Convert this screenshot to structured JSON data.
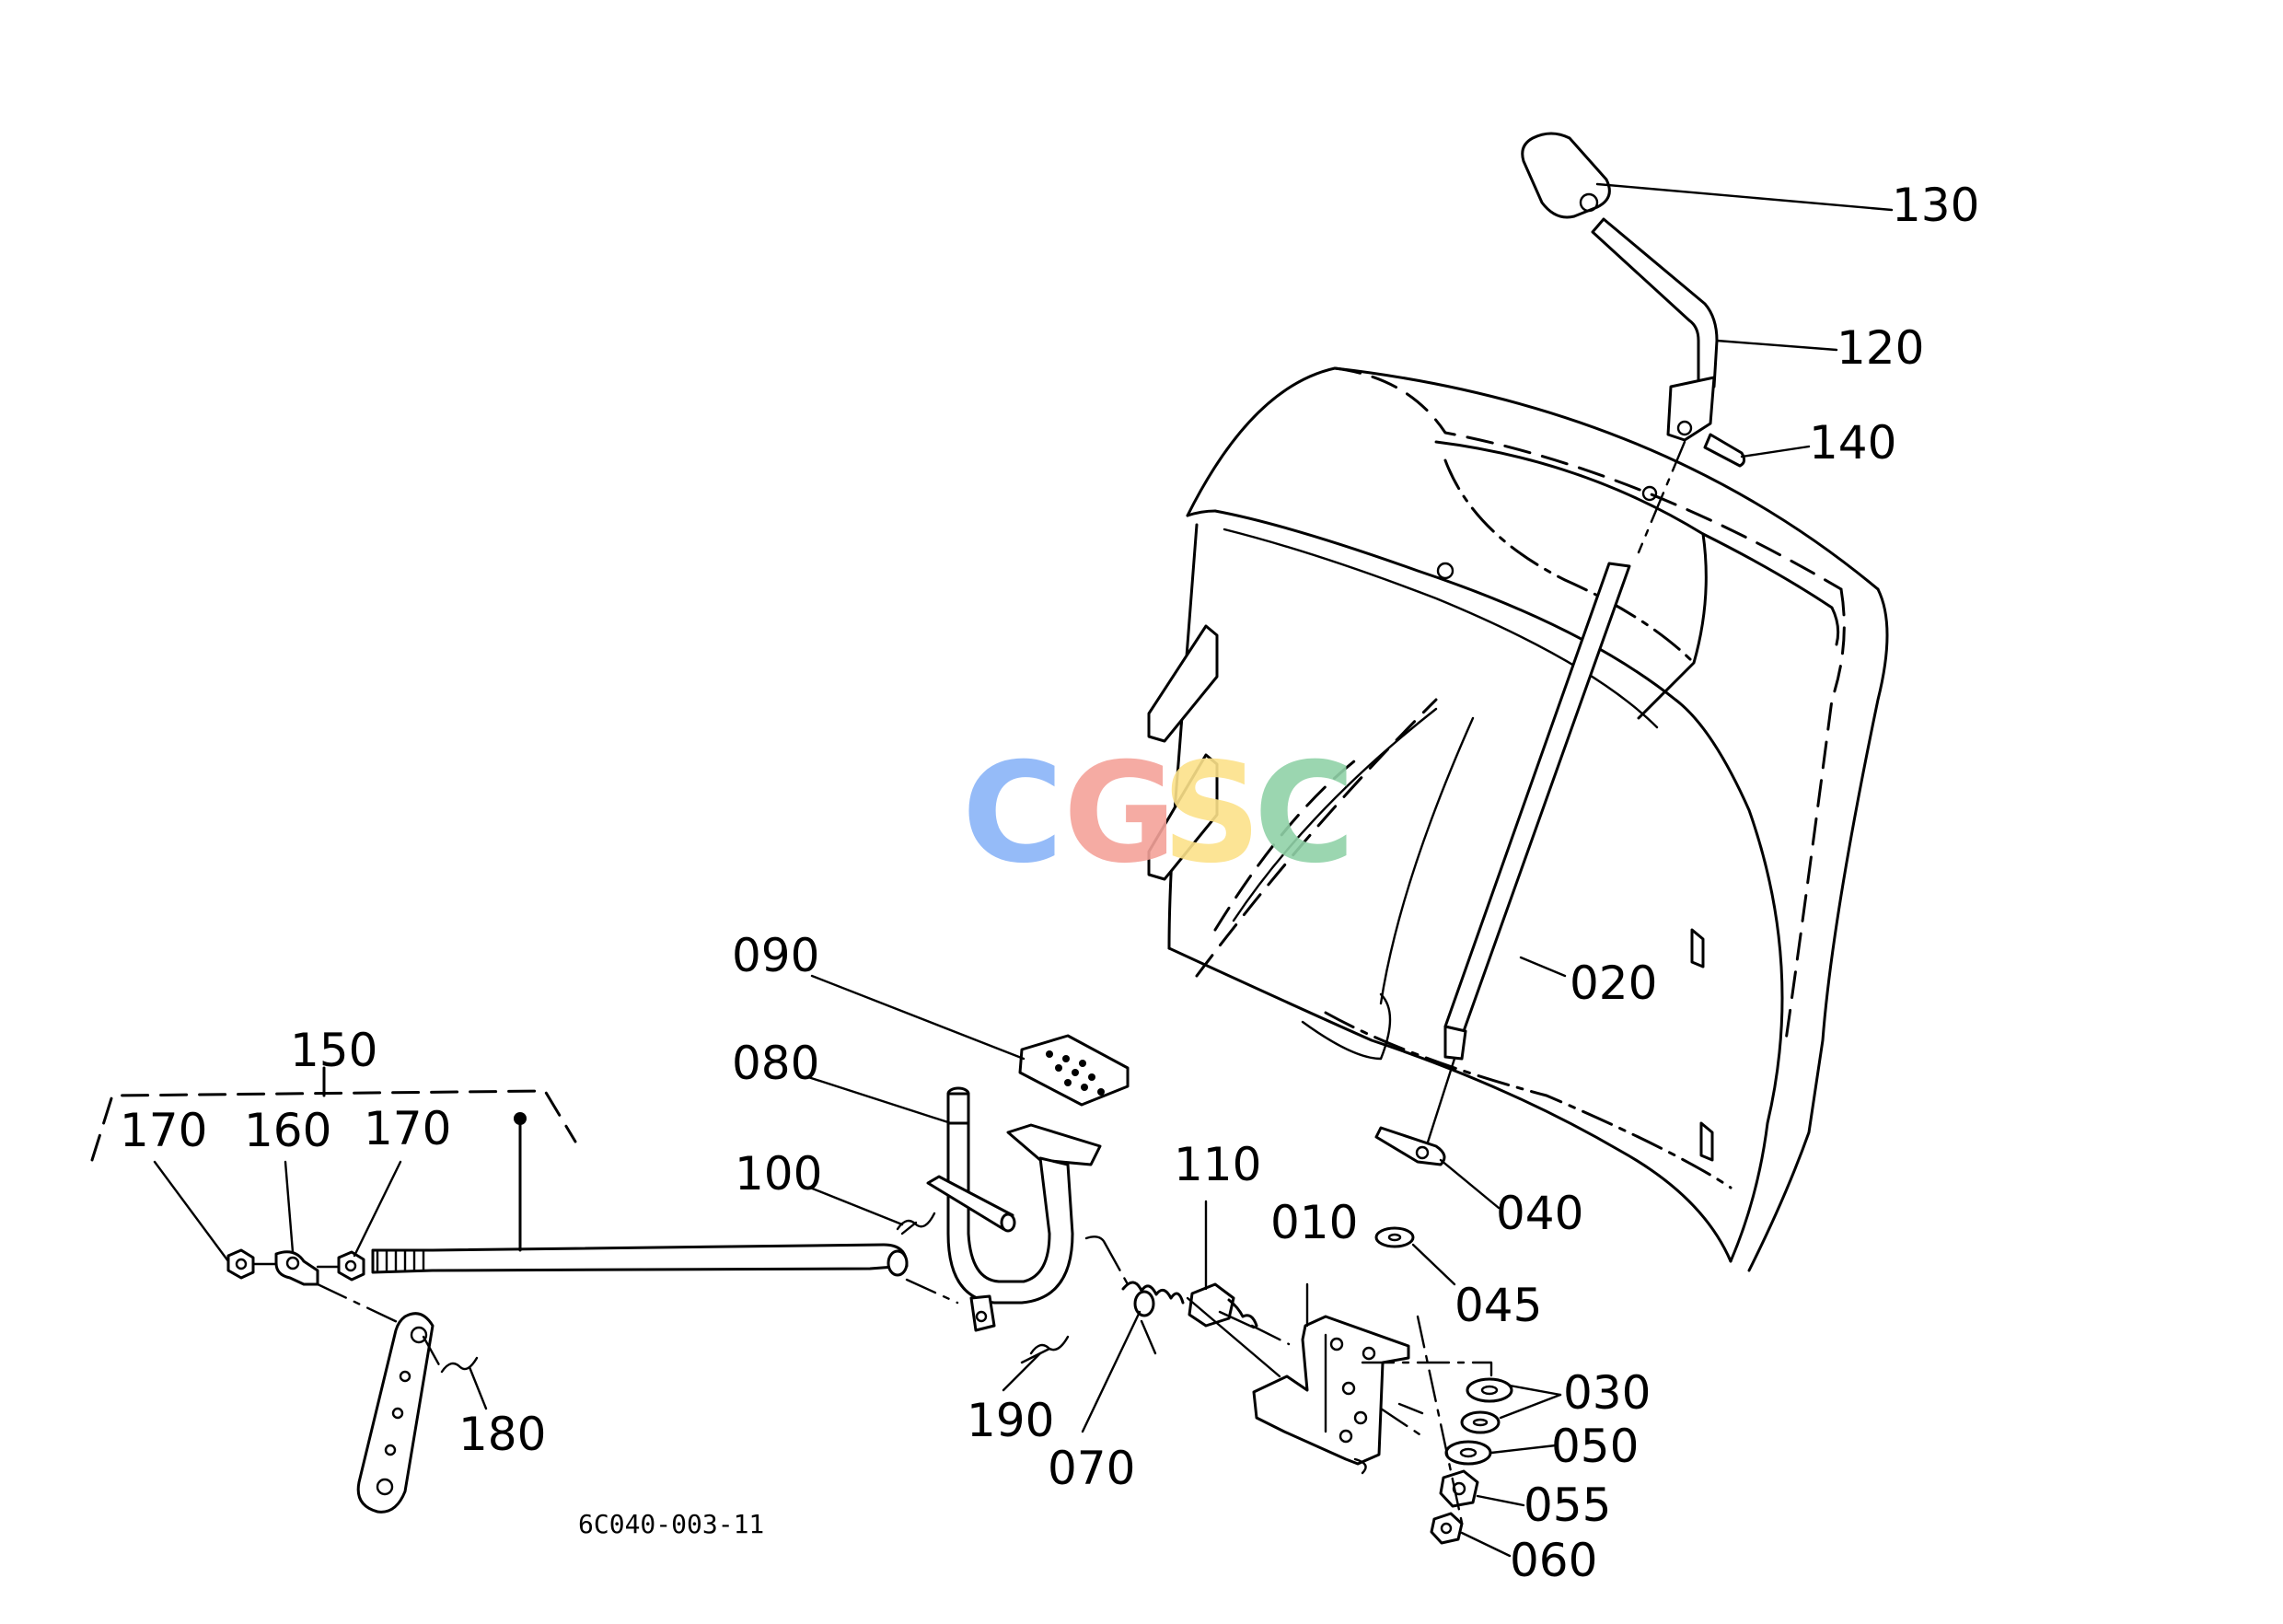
{
  "labels": {
    "p010": "010",
    "p020": "020",
    "p030": "030",
    "p040": "040",
    "p045": "045",
    "p050": "050",
    "p055": "055",
    "p060": "060",
    "p070": "070",
    "p080": "080",
    "p090": "090",
    "p100": "100",
    "p110": "110",
    "p120": "120",
    "p130": "130",
    "p140": "140",
    "p150": "150",
    "p160": "160",
    "p170a": "170",
    "p170b": "170",
    "p180": "180",
    "p190": "190"
  },
  "drawing_code": "6C040-003-11",
  "watermark": {
    "letters": [
      "C",
      "G",
      "S",
      "C"
    ],
    "colors": [
      "#8ab4f8",
      "#f4a29a",
      "#fce28a",
      "#91d2a8"
    ]
  }
}
